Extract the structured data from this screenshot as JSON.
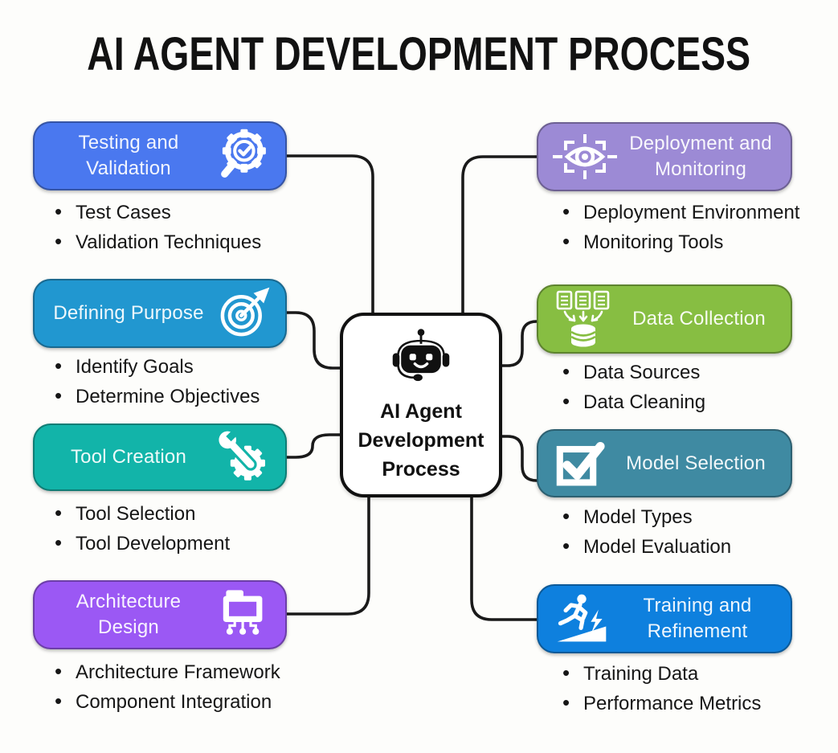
{
  "title": "AI AGENT DEVELOPMENT PROCESS",
  "center_node": {
    "icon": "robot-icon",
    "title_lines": [
      "AI Agent",
      "Development",
      "Process"
    ]
  },
  "left_column": [
    {
      "id": "testing-validation",
      "label": "Testing and Validation",
      "icon": "magnifier-gear-check-icon",
      "color": "#4a78ef",
      "bullets": [
        "Test Cases",
        "Validation Techniques"
      ]
    },
    {
      "id": "defining-purpose",
      "label": "Defining Purpose",
      "icon": "target-arrow-icon",
      "color": "#2197d0",
      "bullets": [
        "Identify Goals",
        "Determine Objectives"
      ]
    },
    {
      "id": "tool-creation",
      "label": "Tool Creation",
      "icon": "wrench-gear-icon",
      "color": "#12b4a9",
      "bullets": [
        "Tool Selection",
        "Tool Development"
      ]
    },
    {
      "id": "architecture-design",
      "label": "Architecture Design",
      "icon": "design-board-icon",
      "color": "#9b58f4",
      "bullets": [
        "Architecture Framework",
        "Component Integration"
      ]
    }
  ],
  "right_column": [
    {
      "id": "deployment-monitoring",
      "label": "Deployment and Monitoring",
      "icon": "eye-scan-icon",
      "color": "#9c8ad5",
      "bullets": [
        "Deployment Environment",
        "Monitoring Tools"
      ]
    },
    {
      "id": "data-collection",
      "label": "Data Collection",
      "icon": "documents-database-icon",
      "color": "#87be42",
      "bullets": [
        "Data Sources",
        "Data Cleaning"
      ]
    },
    {
      "id": "model-selection",
      "label": "Model Selection",
      "icon": "checkbox-check-icon",
      "color": "#3f8aa2",
      "bullets": [
        "Model Types",
        "Model Evaluation"
      ]
    },
    {
      "id": "training-refinement",
      "label": "Training and Refinement",
      "icon": "runner-bolt-icon",
      "color": "#0e80de",
      "bullets": [
        "Training Data",
        "Performance Metrics"
      ]
    }
  ],
  "connector_color": "#1a1a1a",
  "background_color": "#fdfdfb"
}
